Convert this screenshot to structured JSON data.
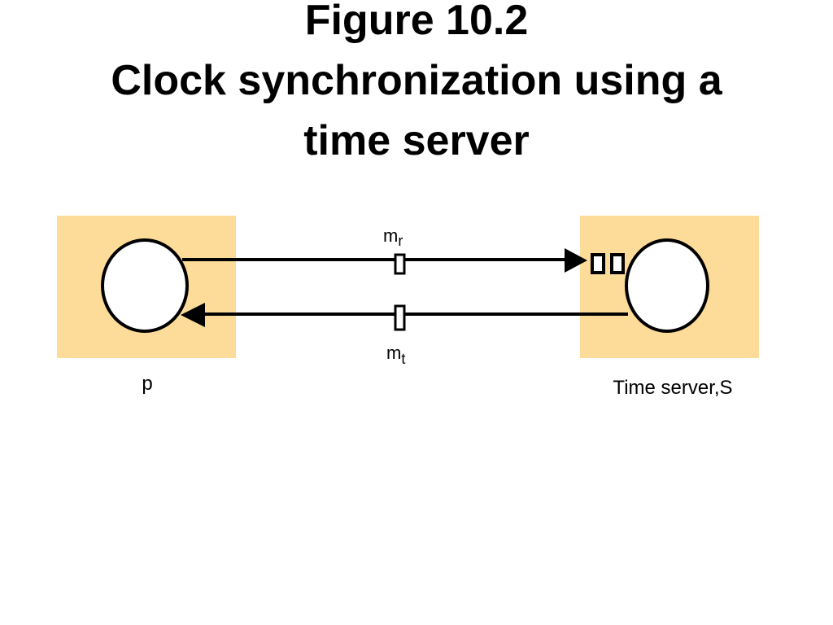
{
  "slide": {
    "title_line1": "Figure 10.2",
    "title_line2": "Clock synchronization using a",
    "title_line3": "time server"
  },
  "diagram": {
    "node_box_color": "#FDDB99",
    "process_label": "p",
    "server_label": "Time server,S",
    "request_message": {
      "base": "m",
      "subscript": "r"
    },
    "reply_message": {
      "base": "m",
      "subscript": "t"
    }
  }
}
